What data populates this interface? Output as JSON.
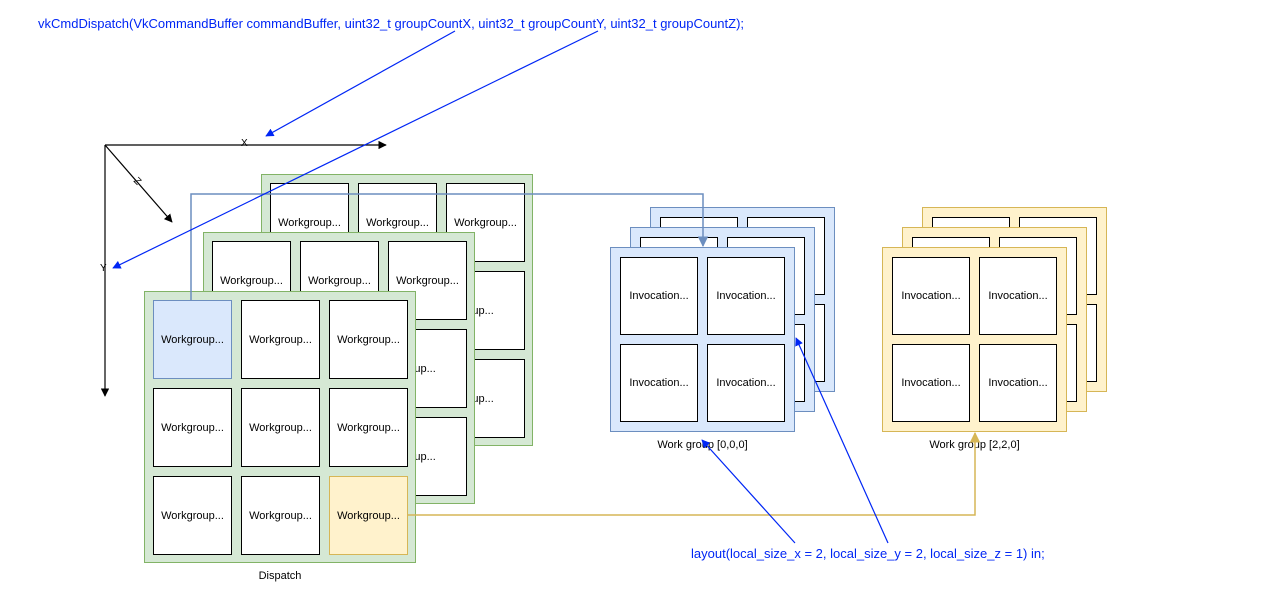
{
  "code": {
    "dispatch_call": "vkCmdDispatch(VkCommandBuffer commandBuffer, uint32_t groupCountX, uint32_t groupCountY, uint32_t groupCountZ);",
    "layout_decl": "layout(local_size_x = 2, local_size_y = 2, local_size_z = 1) in;"
  },
  "axes": {
    "x": "X",
    "y": "Y",
    "z": "Z"
  },
  "dispatch": {
    "caption": "Dispatch",
    "cell_label": "Workgroup...",
    "clipped_label": "Workgroup..."
  },
  "workgroup_a": {
    "caption": "Work group [0,0,0]",
    "cell_label": "Invocation..."
  },
  "workgroup_b": {
    "caption": "Work group [2,2,0]",
    "cell_label": "Invocation..."
  },
  "colors": {
    "code_text": "#0026f5",
    "green_fill": "#d5e8d4",
    "green_border": "#82b366",
    "blue_fill": "#dae8fc",
    "blue_border": "#6c8ebf",
    "yellow_fill": "#fff2cc",
    "yellow_border": "#d6b656",
    "connector_blue": "#6c8ebf",
    "connector_yellow": "#d6b656",
    "pointer_blue": "#0026f5"
  }
}
